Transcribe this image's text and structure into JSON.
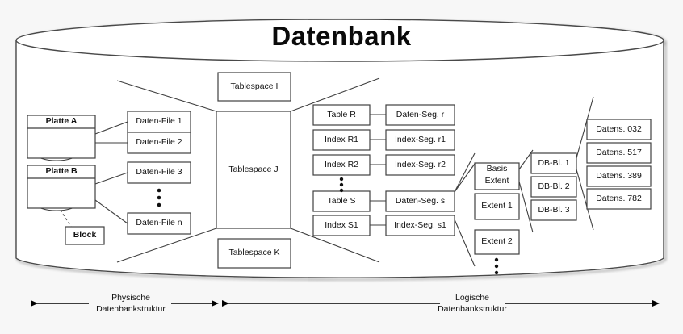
{
  "diagram": {
    "title": "Datenbank",
    "physical": {
      "disks": [
        {
          "label": "Platte A"
        },
        {
          "label": "Platte B"
        }
      ],
      "block_label": "Block",
      "data_files": [
        {
          "label": "Daten-File 1"
        },
        {
          "label": "Daten-File 2"
        },
        {
          "label": "Daten-File 3"
        },
        {
          "label": "Daten-File n"
        }
      ],
      "data_files_ellipsis": "⋮"
    },
    "tablespaces": [
      {
        "label": "Tablespace I"
      },
      {
        "label": "Tablespace J"
      },
      {
        "label": "Tablespace K"
      }
    ],
    "objects": [
      {
        "label": "Table R"
      },
      {
        "label": "Index R1"
      },
      {
        "label": "Index R2"
      },
      {
        "label": "Table S"
      },
      {
        "label": "Index S1"
      }
    ],
    "segments": [
      {
        "label": "Daten-Seg. r"
      },
      {
        "label": "Index-Seg. r1"
      },
      {
        "label": "Index-Seg. r2"
      },
      {
        "label": "Daten-Seg. s"
      },
      {
        "label": "Index-Seg. s1"
      }
    ],
    "objects_ellipsis": "⋮",
    "extents": [
      {
        "label": "Basis Extent",
        "line1": "Basis",
        "line2": "Extent"
      },
      {
        "label": "Extent 1"
      },
      {
        "label": "Extent 2"
      }
    ],
    "extents_ellipsis": "⋮",
    "db_blocks": [
      {
        "label": "DB-Bl. 1"
      },
      {
        "label": "DB-Bl. 2"
      },
      {
        "label": "DB-Bl. 3"
      }
    ],
    "records": [
      {
        "label": "Datens. 032"
      },
      {
        "label": "Datens. 517"
      },
      {
        "label": "Datens. 389"
      },
      {
        "label": "Datens. 782"
      }
    ],
    "axes": [
      {
        "line1": "Physische",
        "line2": "Datenbankstruktur"
      },
      {
        "line1": "Logische",
        "line2": "Datenbankstruktur"
      }
    ],
    "colors": {
      "stroke": "#3f3f3f",
      "box_fill": "#ffffff",
      "text": "#111111",
      "page_bg": "#f7f7f7",
      "cylinder_fill": "#ffffff",
      "arrow": "#000000"
    }
  }
}
